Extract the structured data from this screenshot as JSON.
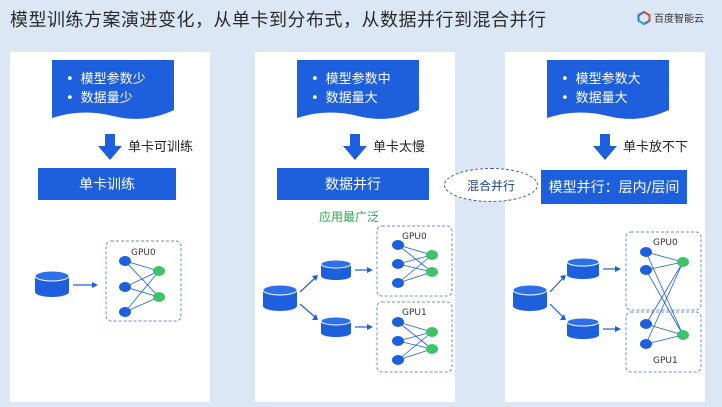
{
  "title": "模型训练方案演进变化，从单卡到分布式，从数据并行到混合并行",
  "brand": "百度智能云",
  "middle_label": "混合并行",
  "panels": [
    {
      "bullets": [
        "模型参数少",
        "数据量少"
      ],
      "arrow_label": "单卡可训练",
      "box_label": "单卡训练",
      "note": "",
      "gpu_labels": [
        "GPU0"
      ]
    },
    {
      "bullets": [
        "模型参数中",
        "数据量大"
      ],
      "arrow_label": "单卡太慢",
      "box_label": "数据并行",
      "note": "应用最广泛",
      "gpu_labels": [
        "GPU0",
        "GPU1"
      ]
    },
    {
      "bullets": [
        "模型参数大",
        "数据量大"
      ],
      "arrow_label": "单卡放不下",
      "box_label": "模型并行：层内/层间",
      "note": "",
      "gpu_labels": [
        "GPU0",
        "GPU1"
      ]
    }
  ],
  "colors": {
    "primary_blue": "#1d5fdc",
    "node_green": "#3dc46a",
    "note_green": "#2aa74b",
    "background": "#dbe7f4"
  }
}
